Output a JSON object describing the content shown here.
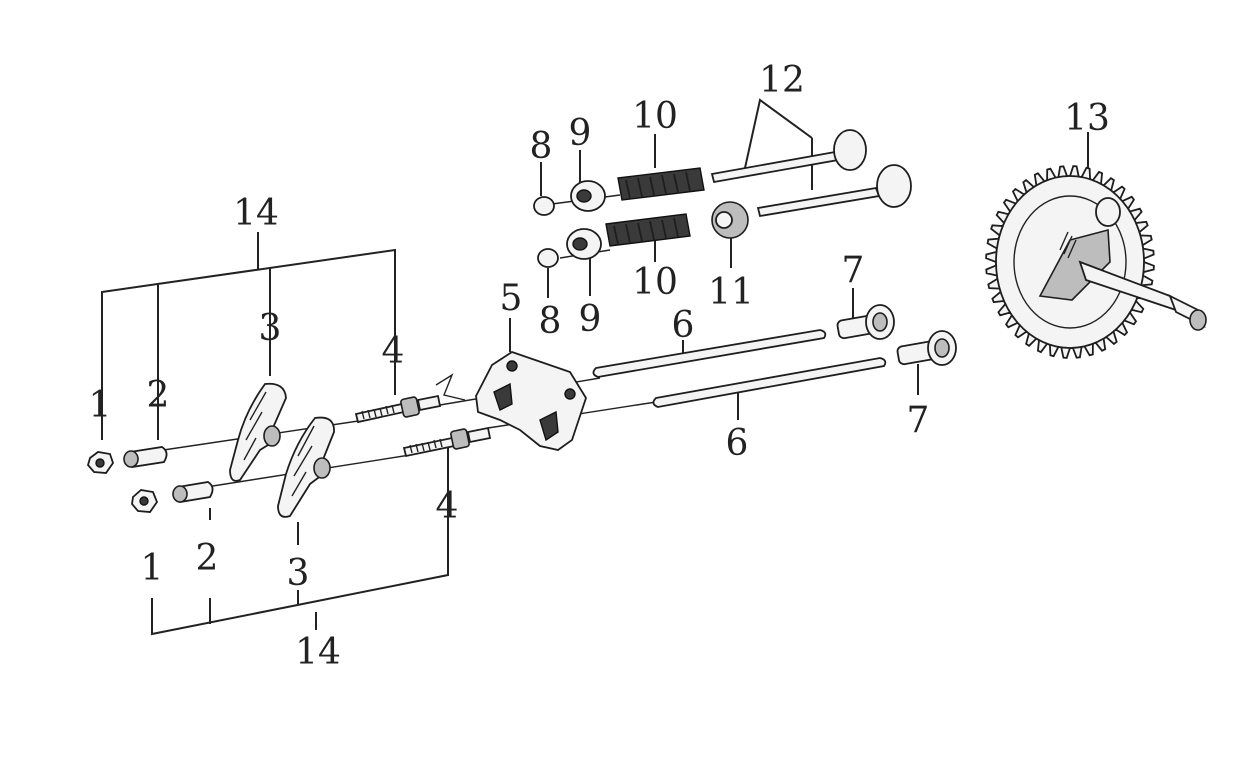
{
  "diagram": {
    "colors": {
      "ink": "#222222",
      "background": "#ffffff",
      "part_fill": "#f4f4f4",
      "shade": "#3a3a3a"
    },
    "callouts": [
      {
        "id": "c1a",
        "label": "1"
      },
      {
        "id": "c2a",
        "label": "2"
      },
      {
        "id": "c3a",
        "label": "3"
      },
      {
        "id": "c4a",
        "label": "4"
      },
      {
        "id": "c14a",
        "label": "14"
      },
      {
        "id": "c1b",
        "label": "1"
      },
      {
        "id": "c2b",
        "label": "2"
      },
      {
        "id": "c3b",
        "label": "3"
      },
      {
        "id": "c4b",
        "label": "4"
      },
      {
        "id": "c14b",
        "label": "14"
      },
      {
        "id": "c5",
        "label": "5"
      },
      {
        "id": "c6a",
        "label": "6"
      },
      {
        "id": "c6b",
        "label": "6"
      },
      {
        "id": "c7a",
        "label": "7"
      },
      {
        "id": "c7b",
        "label": "7"
      },
      {
        "id": "c8a",
        "label": "8"
      },
      {
        "id": "c8b",
        "label": "8"
      },
      {
        "id": "c9a",
        "label": "9"
      },
      {
        "id": "c9b",
        "label": "9"
      },
      {
        "id": "c10a",
        "label": "10"
      },
      {
        "id": "c10b",
        "label": "10"
      },
      {
        "id": "c11",
        "label": "11"
      },
      {
        "id": "c12",
        "label": "12"
      },
      {
        "id": "c13",
        "label": "13"
      }
    ]
  }
}
